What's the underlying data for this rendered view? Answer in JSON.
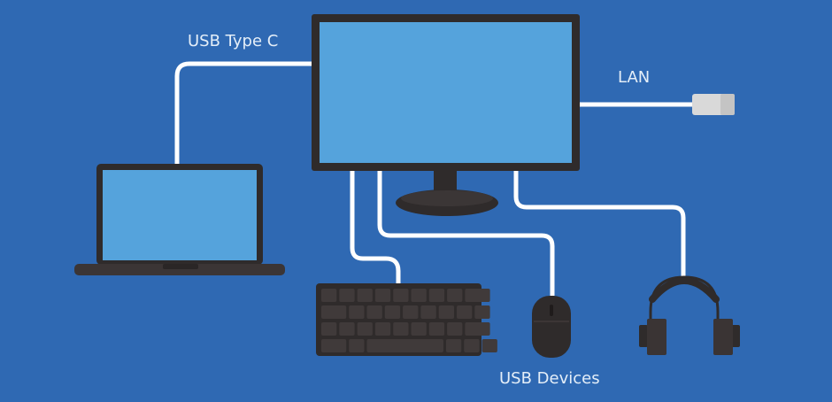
{
  "labels": {
    "usb_type_c": "USB Type C",
    "lan": "LAN",
    "usb_devices": "USB Devices"
  },
  "colors": {
    "background": "#2f69b3",
    "screen": "#55a3dc",
    "device": "#2f2b2b",
    "cable": "#ffffff",
    "plug": "#d9d9d9"
  }
}
